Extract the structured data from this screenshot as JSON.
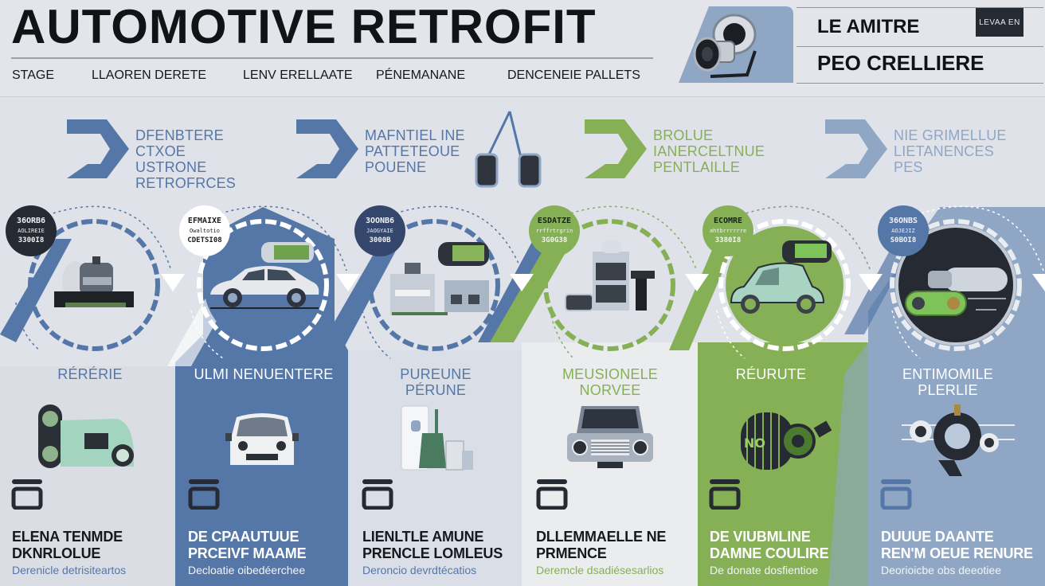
{
  "header": {
    "title": "AUTOMOTIVE RETROFIT",
    "nav": [
      "STAGE",
      "LLAOREN DERETE",
      "LENV ERELLAATE",
      "PÉNEMANANE",
      "DENCENEIE PALLETS"
    ]
  },
  "side_panel": {
    "line1": "LE AMITRE",
    "line2": "PEO CRELLIERE",
    "button_label": "LEVAA EN",
    "logo_icon": "camera-lens-icon"
  },
  "colors": {
    "blue": "#5577a8",
    "blue_light": "#8fa7c4",
    "green": "#86b056",
    "dark": "#262a32",
    "bg": "#dfe2e8"
  },
  "phases": [
    {
      "lines": [
        "DFENBTERE",
        "CTXOE",
        "USTRONE",
        "RETROFRCES"
      ],
      "color": "blue"
    },
    {
      "lines": [
        "MAFNTIEL INE",
        "PATTETEOUE",
        "POUENE"
      ],
      "color": "blue"
    },
    {
      "lines": [
        "BROLUE",
        "IANERCELTNUE",
        "PENTLAILLE"
      ],
      "color": "green"
    },
    {
      "lines": [
        "NIE GRIMELLUE",
        "LIETANENCES",
        "PES"
      ],
      "color": "blue_light"
    }
  ],
  "columns": [
    {
      "badge": [
        "36ORB6",
        "AOLIREIE",
        "3300I8"
      ],
      "badge_style": "dark",
      "heading": [
        "RÉRÉRIE"
      ],
      "illustration": "engine-module-icon",
      "lower_illustration": "green-motor-unit-icon",
      "title": [
        "ELENA TENMDE",
        "DKNRLOLUE"
      ],
      "subtitle": "Derenicle detrisiteartos",
      "panel": "light"
    },
    {
      "badge": [
        "EFMAIXE",
        "Owaltotio",
        "CDETSI08"
      ],
      "badge_style": "white",
      "heading": [
        "ULMI NENUENTERE"
      ],
      "illustration": "suv-car-icon",
      "lower_illustration": "white-compact-car-icon",
      "title": [
        "DE CPAAUTUUE",
        "PRCEIVF MAAME"
      ],
      "subtitle": "Decloatie oibedéerchee",
      "panel": "blue"
    },
    {
      "badge": [
        "3OONB6",
        "JAOGYAIE",
        "3000B"
      ],
      "badge_style": "navy",
      "heading": [
        "PUREUNE",
        "PÉRUNE"
      ],
      "illustration": "factory-machinery-icon",
      "lower_illustration": "charging-station-icon",
      "title": [
        "LIENLTLE AMUNE",
        "PRENCLE LOMLEUS"
      ],
      "subtitle": "Deroncio devrdtécatios",
      "panel": "light"
    },
    {
      "badge": [
        "ESDATZE",
        "rrffrtrgrin",
        "3G0G38"
      ],
      "badge_style": "green",
      "heading": [
        "MEUSIONELE",
        "NORVEE"
      ],
      "illustration": "battery-cabinet-icon",
      "lower_illustration": "classic-pickup-icon",
      "title": [
        "DLLEMMAELLE NE",
        "PRMENCE"
      ],
      "subtitle": "Deremcle dsadiésesarlios",
      "panel": "white"
    },
    {
      "badge": [
        "ECOMRE",
        "ahtbrrrrrre",
        "3380I8"
      ],
      "badge_style": "green",
      "heading": [
        "RÉURUTE"
      ],
      "illustration": "electric-city-car-icon",
      "lower_illustration": "electric-motor-icon",
      "title": [
        "DE VIUBMLINE",
        "DAMNE COULIRE"
      ],
      "subtitle": "De donate dosfientioe",
      "panel": "green"
    },
    {
      "badge": [
        "36ONBS",
        "AOJEJIZ",
        "S0BOI8"
      ],
      "badge_style": "blue",
      "heading": [
        "ENTIMOMILE",
        "PLERLIE"
      ],
      "illustration": "drive-motor-icon",
      "lower_illustration": "gear-network-icon",
      "title": [
        "DUUUE DAANTE",
        "REN'M OEUE RENURE"
      ],
      "subtitle": "Deorioicbe obs deeotiee",
      "panel": "steel"
    }
  ]
}
